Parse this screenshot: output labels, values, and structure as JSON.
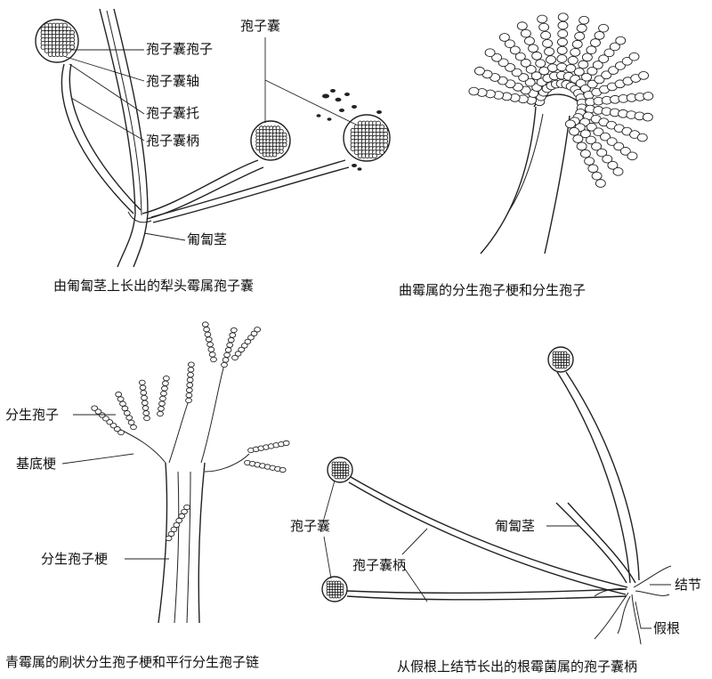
{
  "panels": [
    {
      "id": "rhizopus-stolon",
      "caption": "由匍匐茎上长出的犁头霉属孢子囊",
      "labels": {
        "sporangiospore": "孢子囊孢子",
        "columella": "孢子囊轴",
        "apophysis": "孢子囊托",
        "sporangiophore": "孢子囊柄",
        "stolon": "匍匐茎",
        "sporangium": "孢子囊"
      }
    },
    {
      "id": "aspergillus",
      "caption": "曲霉属的分生孢子梗和分生孢子"
    },
    {
      "id": "penicillium",
      "caption": "青霉属的刷状分生孢子梗和平行分生孢子链",
      "labels": {
        "conidium": "分生孢子",
        "metula": "基底梗",
        "conidiophore": "分生孢子梗"
      }
    },
    {
      "id": "rhizopus-node",
      "caption": "从假根上结节长出的根霉菌属的孢子囊柄",
      "labels": {
        "sporangium": "孢子囊",
        "sporangiophore": "孢子囊柄",
        "stolon": "匍匐茎",
        "node": "结节",
        "rhizoid": "假根"
      }
    }
  ]
}
